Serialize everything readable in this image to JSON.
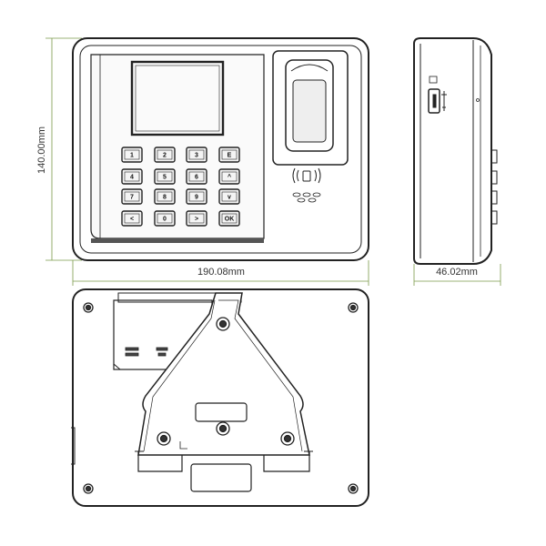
{
  "dimensions": {
    "height": "140.00mm",
    "width": "190.08mm",
    "depth": "46.02mm"
  },
  "keypad": {
    "keys": [
      "1",
      "2",
      "3",
      "E",
      "4",
      "5",
      "6",
      "^",
      "7",
      "8",
      "9",
      "v",
      "<",
      "0",
      ">",
      "OK"
    ]
  },
  "colors": {
    "dimension_line": "#7a9a4a",
    "outline": "#222222"
  }
}
